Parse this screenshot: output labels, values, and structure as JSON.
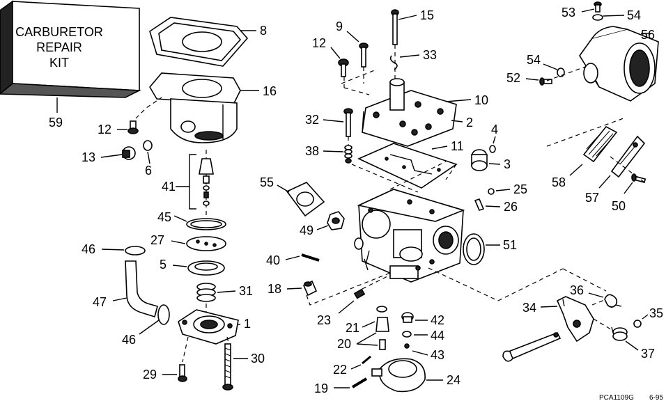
{
  "kit_box": {
    "line1": "CARBURETOR",
    "line2": "REPAIR",
    "line3": "KIT"
  },
  "callouts": {
    "c59": "59",
    "c8": "8",
    "c16": "16",
    "c12a": "12",
    "c13": "13",
    "c6": "6",
    "c41": "41",
    "c45": "45",
    "c46a": "46",
    "c27": "27",
    "c5": "5",
    "c31": "31",
    "c47": "47",
    "c46b": "46",
    "c1": "1",
    "c29": "29",
    "c30": "30",
    "c15": "15",
    "c9": "9",
    "c12b": "12",
    "c33": "33",
    "c10": "10",
    "c2": "2",
    "c32": "32",
    "c4": "4",
    "c38": "38",
    "c11": "11",
    "c3": "3",
    "c55": "55",
    "c25": "25",
    "c26": "26",
    "c49": "49",
    "c51": "51",
    "c40": "40",
    "c18": "18",
    "c23": "23",
    "c21": "21",
    "c42": "42",
    "c44": "44",
    "c20": "20",
    "c43": "43",
    "c22": "22",
    "c24": "24",
    "c19": "19",
    "c53": "53",
    "c54a": "54",
    "c56": "56",
    "c54b": "54",
    "c52": "52",
    "c58": "58",
    "c57": "57",
    "c50": "50",
    "c36": "36",
    "c34": "34",
    "c35": "35",
    "c37": "37"
  },
  "footer": {
    "code": "PCA1109G",
    "date": "6-95"
  }
}
